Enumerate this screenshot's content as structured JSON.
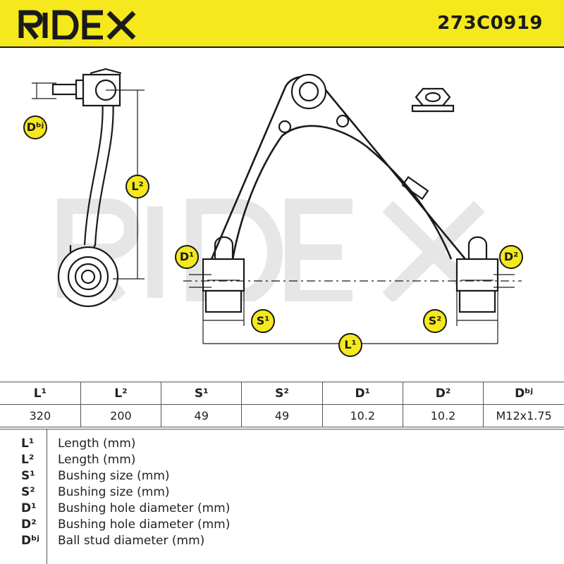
{
  "header": {
    "brand": "RIDEX",
    "part_number": "273C0919"
  },
  "drawing_labels": {
    "dbj": "Dᵇʲ",
    "l2": "L²",
    "d1": "D¹",
    "d2": "D²",
    "s1": "S¹",
    "s2": "S²",
    "l1": "L¹"
  },
  "table": {
    "headers": [
      "L¹",
      "L²",
      "S¹",
      "S²",
      "D¹",
      "D²",
      "Dᵇʲ"
    ],
    "values": [
      "320",
      "200",
      "49",
      "49",
      "10.2",
      "10.2",
      "M12x1.75"
    ]
  },
  "legend": [
    {
      "symbol": "L¹",
      "desc": "Length (mm)"
    },
    {
      "symbol": "L²",
      "desc": "Length (mm)"
    },
    {
      "symbol": "S¹",
      "desc": "Bushing size (mm)"
    },
    {
      "symbol": "S²",
      "desc": "Bushing size (mm)"
    },
    {
      "symbol": "D¹",
      "desc": "Bushing hole diameter (mm)"
    },
    {
      "symbol": "D²",
      "desc": "Bushing hole diameter (mm)"
    },
    {
      "symbol": "Dᵇʲ",
      "desc": "Ball stud diameter (mm)"
    }
  ],
  "colors": {
    "accent": "#f5e81c",
    "ink": "#1a1a1a",
    "watermark": "#e6e6e6"
  }
}
